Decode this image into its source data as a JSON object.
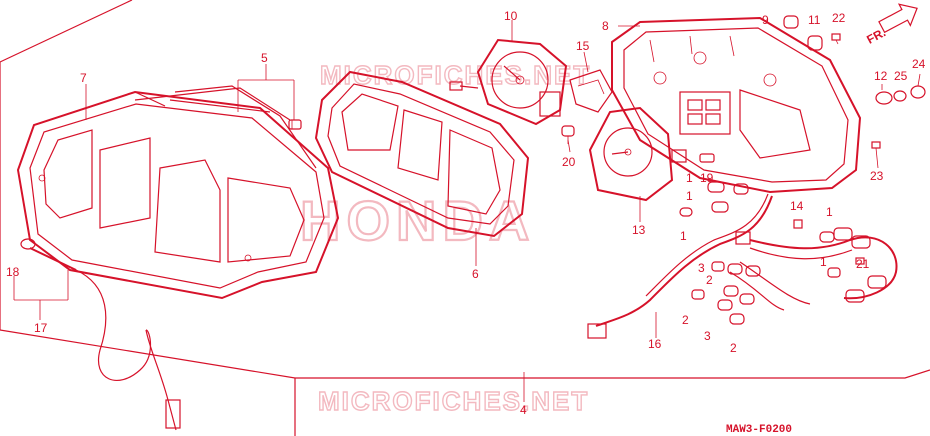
{
  "watermarks": {
    "top": "MICROFICHES.NET",
    "middle": "HONDA",
    "bottom": "MICROFICHES.NET"
  },
  "direction_label": "FR.",
  "diagram_code": "MAW3-F0200",
  "callouts": [
    "1",
    "2",
    "3",
    "4",
    "5",
    "6",
    "7",
    "8",
    "9",
    "10",
    "11",
    "12",
    "13",
    "14",
    "15",
    "16",
    "17",
    "18",
    "19",
    "20",
    "21",
    "22",
    "23",
    "24",
    "25"
  ],
  "colors": {
    "line": "#d6122a",
    "watermark": "#f3b9c0",
    "background": "#ffffff"
  }
}
